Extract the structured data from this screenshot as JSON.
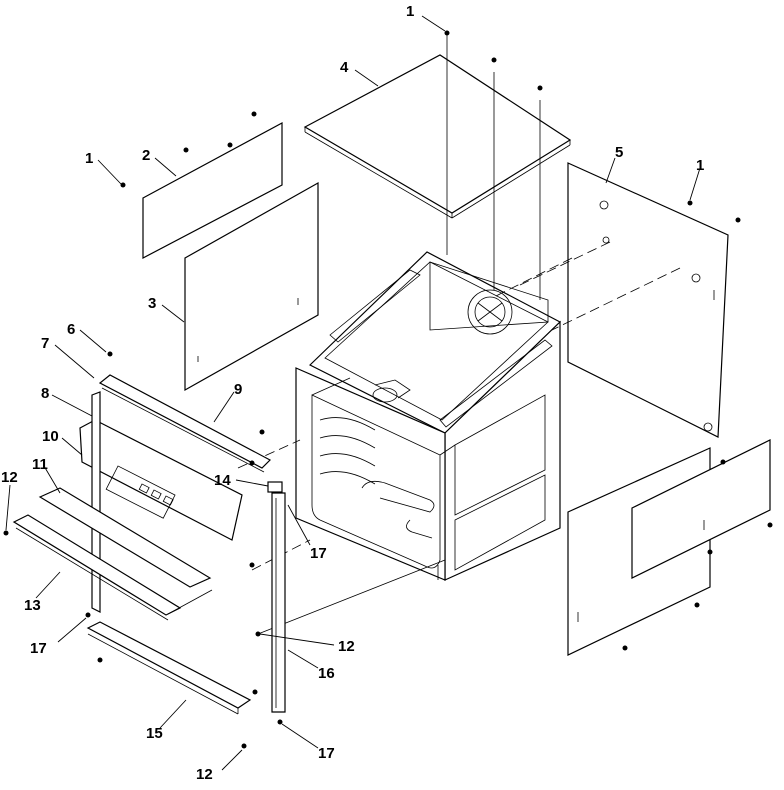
{
  "callouts": [
    {
      "id": "c1a",
      "text": "1"
    },
    {
      "id": "c1b",
      "text": "1"
    },
    {
      "id": "c1c",
      "text": "1"
    },
    {
      "id": "c2",
      "text": "2"
    },
    {
      "id": "c3",
      "text": "3"
    },
    {
      "id": "c4",
      "text": "4"
    },
    {
      "id": "c5",
      "text": "5"
    },
    {
      "id": "c6",
      "text": "6"
    },
    {
      "id": "c7",
      "text": "7"
    },
    {
      "id": "c8",
      "text": "8"
    },
    {
      "id": "c9",
      "text": "9"
    },
    {
      "id": "c10",
      "text": "10"
    },
    {
      "id": "c11",
      "text": "11"
    },
    {
      "id": "c12a",
      "text": "12"
    },
    {
      "id": "c12b",
      "text": "12"
    },
    {
      "id": "c12c",
      "text": "12"
    },
    {
      "id": "c13",
      "text": "13"
    },
    {
      "id": "c14",
      "text": "14"
    },
    {
      "id": "c15",
      "text": "15"
    },
    {
      "id": "c16",
      "text": "16"
    },
    {
      "id": "c17a",
      "text": "17"
    },
    {
      "id": "c17b",
      "text": "17"
    },
    {
      "id": "c17c",
      "text": "17"
    }
  ]
}
